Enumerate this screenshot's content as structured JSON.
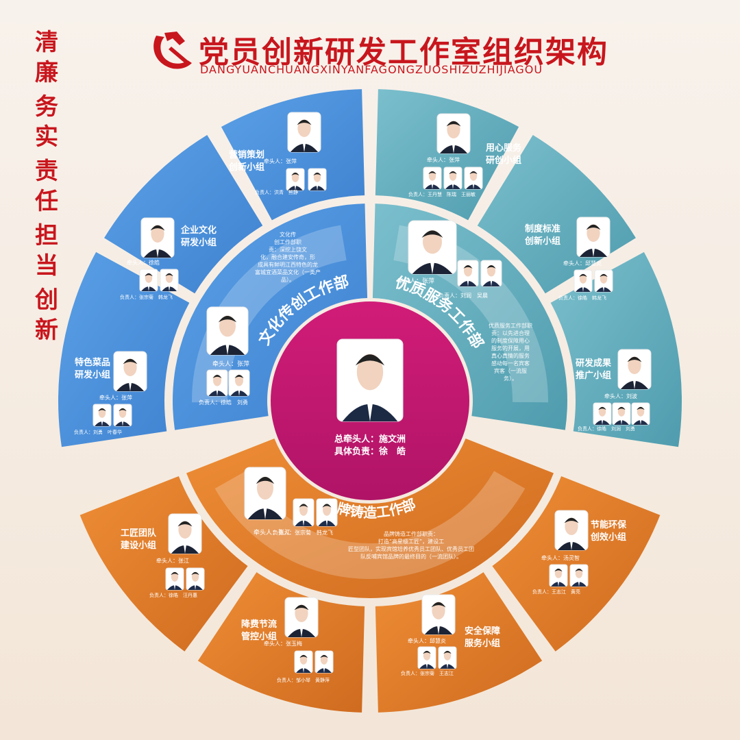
{
  "header": {
    "title": "党员创新研发工作室组织架构",
    "pinyin": "DANGYUANCHUANGXINYANFAGONGZUOSHIZUZHIJIAGOU",
    "slogan": [
      "清廉",
      "务实",
      "责任",
      "担当",
      "创新"
    ]
  },
  "colors": {
    "blue": "#4a90d9",
    "teal": "#5aa7b8",
    "orange": "#e07b28",
    "center": "#c2176f",
    "red": "#c8161d"
  },
  "center": {
    "lead": "总牵头人：施文洲",
    "responsible": "具体负责：徐　皓"
  },
  "departments": [
    {
      "name": "文化传创工作部",
      "desc_lines": [
        "文化传",
        "创工作部职",
        "责：深挖上饶文",
        "化，融合建安传奇，形",
        "成具有鲜明江西特色的龙",
        "富城宜酒菜品文化（一类产",
        "品）。"
      ],
      "lead": "牵头人：张萍",
      "responsible": "负责人：徐皓　刘勇"
    },
    {
      "name": "优质服务工作部",
      "desc_lines": [
        "优质服务工作部职",
        "责：以先进合理",
        "的制度保障用心",
        "服务的开展，用",
        "真心真情的服务",
        "感动每一名宾客",
        "宾客（一流服",
        "务）。"
      ],
      "lead": "牵头人：张萍",
      "responsible": "负责人：刘润　吴晨"
    },
    {
      "name": "品牌铸造工作部",
      "desc_lines": [
        "品牌铸造工作部职责：",
        "打造“高星级工匠”，建设工",
        "匠型团队，实现宾馆培养优秀员工团队、优秀员工团",
        "队反哺宾馆品牌的最终目的（一流团队）。"
      ],
      "lead": "牵头人：张江",
      "responsible": "负责人：张宗菊　韩龙飞"
    }
  ],
  "groups": [
    {
      "name": [
        "营销策划",
        "创新小组"
      ],
      "lead": "牵头人：张萍",
      "responsible": "负责人：洪青　熊静"
    },
    {
      "name": [
        "企业文化",
        "研发小组"
      ],
      "lead": "牵头人：徐皓",
      "responsible": "负责人：张宗菊　韩龙飞"
    },
    {
      "name": [
        "特色菜品",
        "研发小组"
      ],
      "lead": "牵头人：张萍",
      "responsible": "负责人：刘勇　叶春华"
    },
    {
      "name": [
        "用心服务",
        "研创小组"
      ],
      "lead": "牵头人：张萍",
      "responsible": "负责人：王丹慧　陈瑞　王丽敏"
    },
    {
      "name": [
        "制度标准",
        "创新小组"
      ],
      "lead": "牵头人：邱慧炎",
      "responsible": "负责人：徐皓　韩龙飞"
    },
    {
      "name": [
        "研发成果",
        "推广小组"
      ],
      "lead": "牵头人：刘波",
      "responsible": "负责人：徐皓　刘润　刘勇"
    },
    {
      "name": [
        "节能环保",
        "创效小组"
      ],
      "lead": "牵头人：汤灵智",
      "responsible": "负责人：王志江　黄亮"
    },
    {
      "name": [
        "安全保障",
        "服务小组"
      ],
      "lead": "牵头人：邱慧炎",
      "responsible": "负责人：张宗菊　王志江"
    },
    {
      "name": [
        "降费节流",
        "管控小组"
      ],
      "lead": "牵头人：张玉梅",
      "responsible": "负责人：邹小琴　黄静萍"
    },
    {
      "name": [
        "工匠团队",
        "建设小组"
      ],
      "lead": "牵头人：张江",
      "responsible": "负责人：徐皓　汪丹惠"
    }
  ]
}
